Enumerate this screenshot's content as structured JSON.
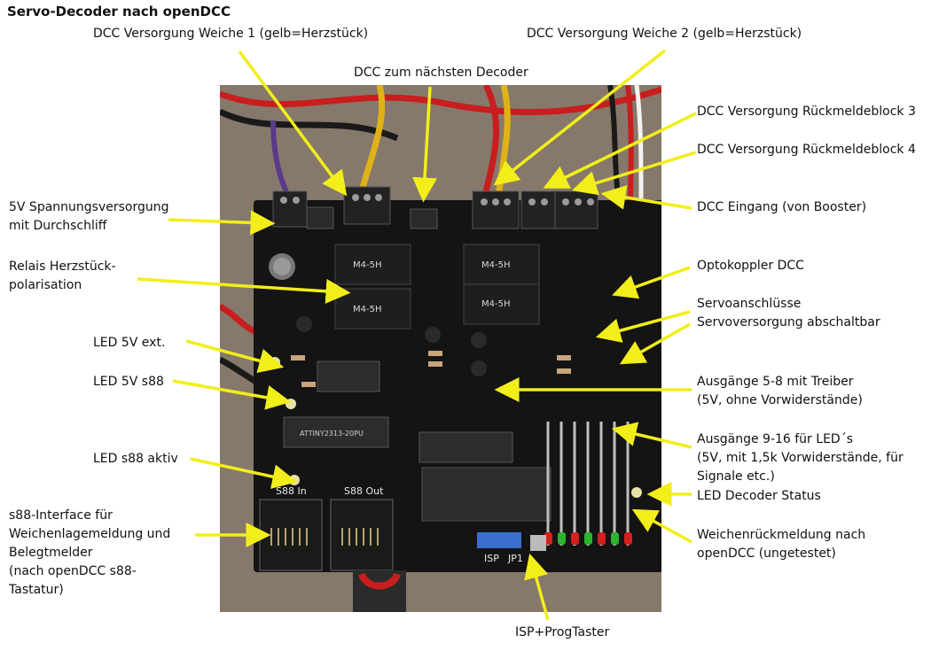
{
  "title": "Servo-Decoder nach openDCC",
  "labels": {
    "dcc_weiche1": "DCC Versorgung Weiche 1 (gelb=Herzstück)",
    "dcc_weiche2": "DCC Versorgung Weiche 2 (gelb=Herzstück)",
    "dcc_next": "DCC zum nächsten Decoder",
    "dcc_block3": "DCC Versorgung Rückmeldeblock 3",
    "dcc_block4": "DCC Versorgung Rückmeldeblock 4",
    "dcc_input": "DCC Eingang (von Booster)",
    "power_5v_1": "5V Spannungsversorgung",
    "power_5v_2": "mit Durchschliff",
    "relais_1": "Relais Herzstück-",
    "relais_2": "polarisation",
    "opto": "Optokoppler DCC",
    "servo_1": "Servoanschlüsse",
    "servo_2": "Servoversorgung abschaltbar",
    "led_5v_ext": "LED 5V ext.",
    "led_5v_s88": "LED 5V s88",
    "out58_1": "Ausgänge 5-8 mit Treiber",
    "out58_2": "(5V, ohne Vorwiderstände)",
    "out916_1": "Ausgänge 9-16 für LED´s",
    "out916_2": "(5V, mit 1,5k Vorwiderstände, für",
    "out916_3": "Signale etc.)",
    "led_s88_active": "LED s88 aktiv",
    "led_status": "LED Decoder Status",
    "s88_1": "s88-Interface für",
    "s88_2": "Weichenlagemeldung und",
    "s88_3": "Belegtmelder",
    "s88_4": "(nach openDCC s88-",
    "s88_5": "Tastatur)",
    "feedback_1": "Weichenrückmeldung nach",
    "feedback_2": "openDCC (ungetestet)",
    "isp": "ISP+ProgTaster"
  },
  "board_text": {
    "s88_in": "S88 In",
    "s88_out": "S88 Out",
    "isp": "ISP",
    "jp1": "JP1",
    "ic": "ATTINY2313-20PU",
    "relay1": "M4-5H",
    "relay2": "M4-5H",
    "relay3": "M4-5H",
    "relay4": "M4-5H"
  },
  "colors": {
    "arrow": "#f2ee1a",
    "pcb": "#141414",
    "silkscreen": "#e8e8e8",
    "background": "#ffffff"
  }
}
